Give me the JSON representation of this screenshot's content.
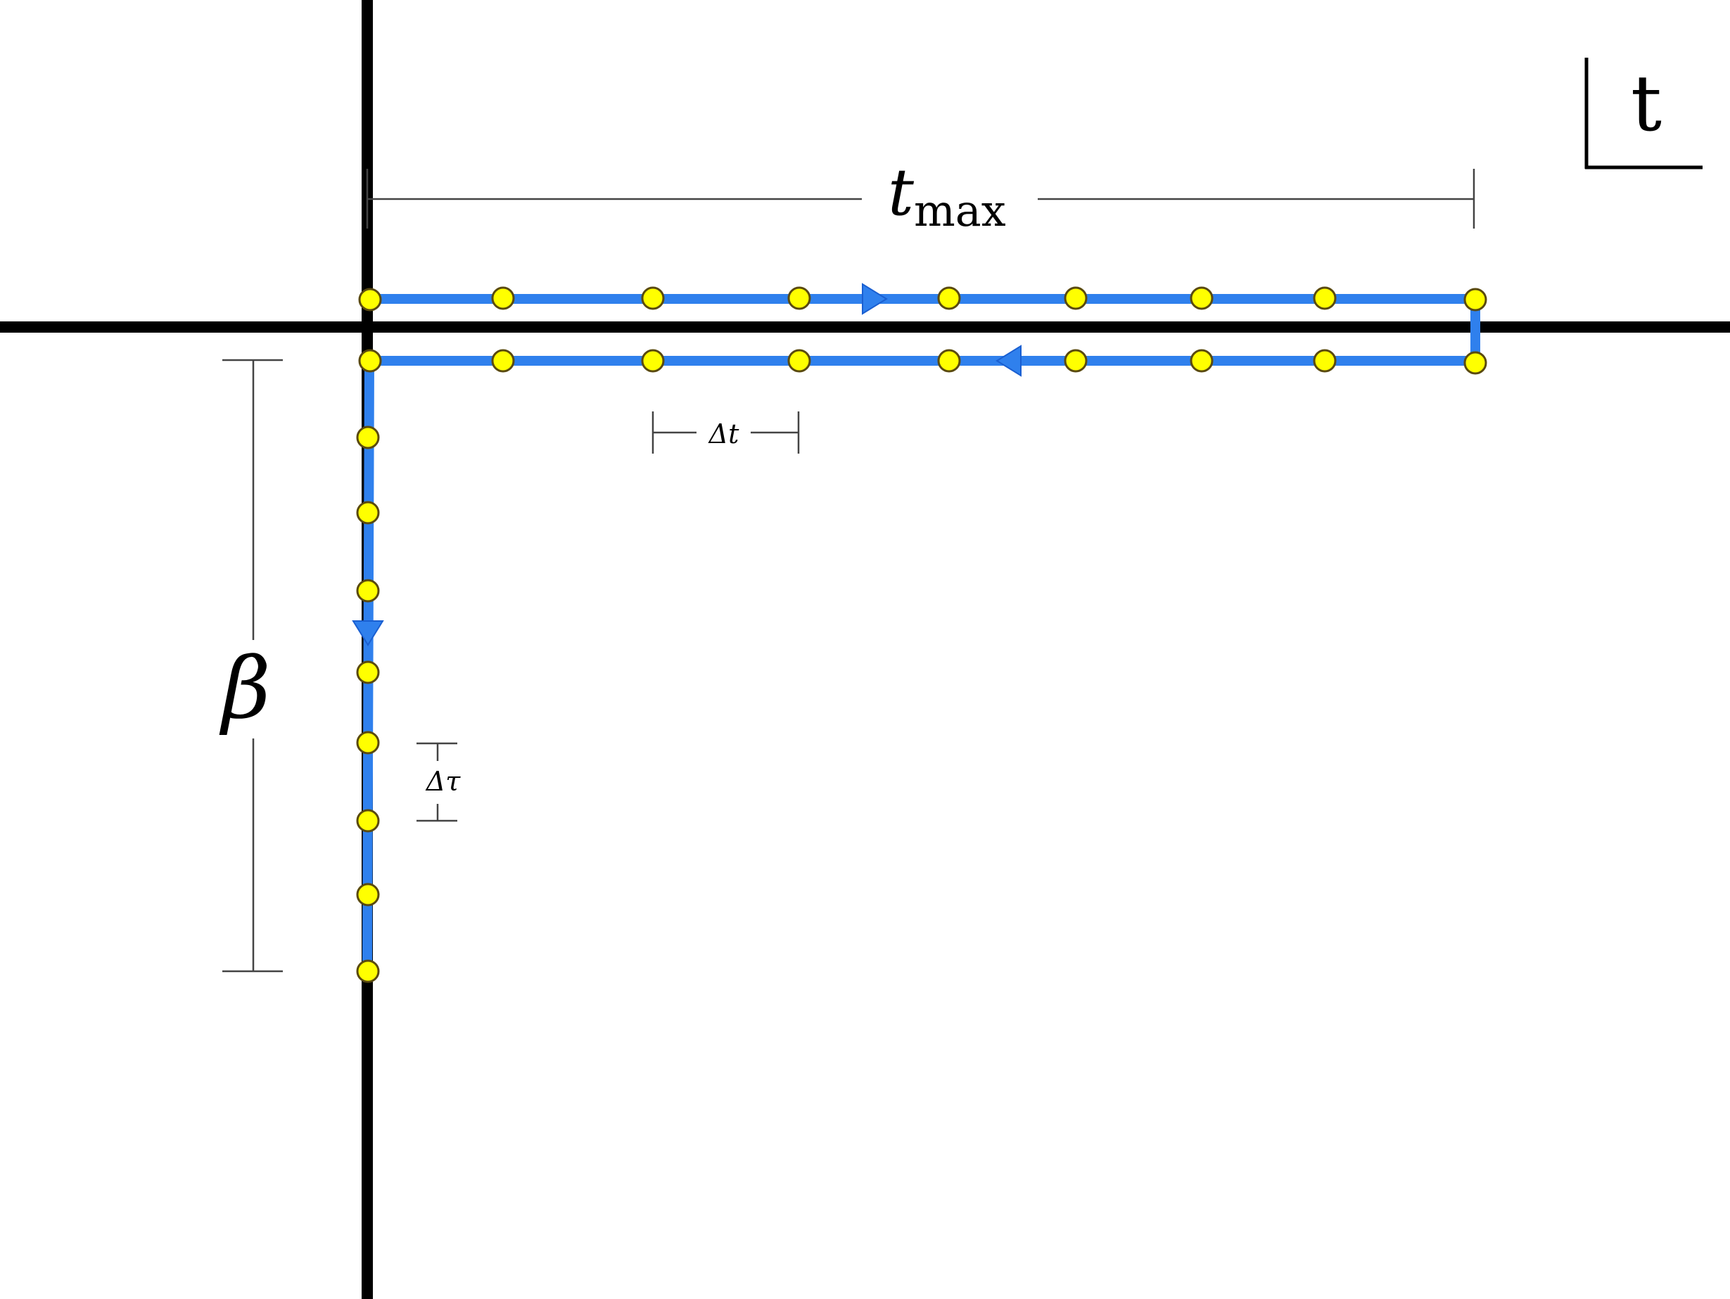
{
  "labels": {
    "tmax_main": "t",
    "tmax_sub": "max",
    "beta": "β",
    "delta_t": "Δt",
    "delta_tau": "Δτ",
    "corner_symbol": "t"
  },
  "colors": {
    "background": "#ffffff",
    "axes": "#000000",
    "contour": "#2f80ed",
    "arrow": "#2f80ed",
    "node_fill": "#ffff00",
    "node_stroke": "#5a4a10",
    "dimension_lines": "#444444"
  },
  "contour": {
    "forward_branch_points": 9,
    "backward_branch_points": 9,
    "imaginary_branch_points": 9
  }
}
